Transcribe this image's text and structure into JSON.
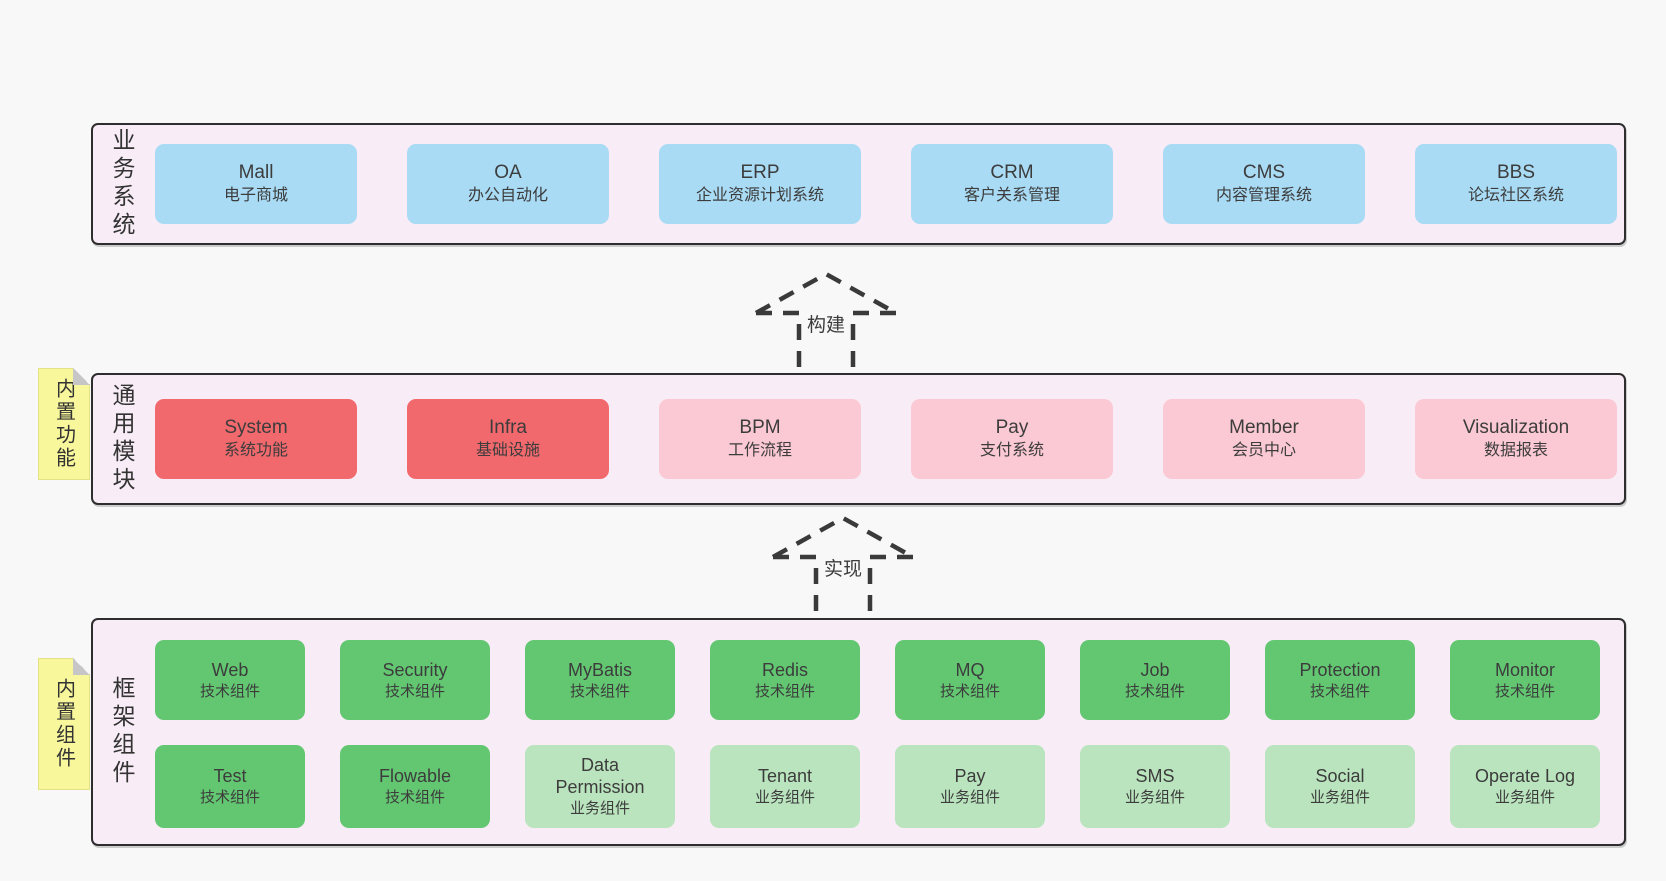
{
  "colors": {
    "page_background": "#f8f8f8",
    "band_fill": "#f8edf6",
    "band_border": "#2e2e2e",
    "sticky_fill": "#f8f79b",
    "sticky_fold": "#c6c6c6",
    "arrow_dash": "#3a3a3a",
    "text": "#3c3c3c",
    "variants": {
      "blue": "#a9dbf5",
      "red": "#f1696d",
      "pink": "#fbc9d3",
      "green-dark": "#63c772",
      "green-light": "#bae4be"
    }
  },
  "arrows": [
    {
      "label": "构建"
    },
    {
      "label": "实现"
    }
  ],
  "bands": [
    {
      "label": "业务系统",
      "boxes": [
        {
          "name": "Mall",
          "desc": "电子商城"
        },
        {
          "name": "OA",
          "desc": "办公自动化"
        },
        {
          "name": "ERP",
          "desc": "企业资源计划系统"
        },
        {
          "name": "CRM",
          "desc": "客户关系管理"
        },
        {
          "name": "CMS",
          "desc": "内容管理系统"
        },
        {
          "name": "BBS",
          "desc": "论坛社区系统"
        }
      ]
    },
    {
      "label": "通用模块",
      "sticky": "内置功能",
      "boxes": [
        {
          "name": "System",
          "desc": "系统功能"
        },
        {
          "name": "Infra",
          "desc": "基础设施"
        },
        {
          "name": "BPM",
          "desc": "工作流程"
        },
        {
          "name": "Pay",
          "desc": "支付系统"
        },
        {
          "name": "Member",
          "desc": "会员中心"
        },
        {
          "name": "Visualization",
          "desc": "数据报表"
        }
      ]
    },
    {
      "label": "框架组件",
      "sticky": "内置组件",
      "rows": [
        {
          "boxes": [
            {
              "name": "Web",
              "desc": "技术组件"
            },
            {
              "name": "Security",
              "desc": "技术组件"
            },
            {
              "name": "MyBatis",
              "desc": "技术组件"
            },
            {
              "name": "Redis",
              "desc": "技术组件"
            },
            {
              "name": "MQ",
              "desc": "技术组件"
            },
            {
              "name": "Job",
              "desc": "技术组件"
            },
            {
              "name": "Protection",
              "desc": "技术组件"
            },
            {
              "name": "Monitor",
              "desc": "技术组件"
            }
          ]
        },
        {
          "boxes": [
            {
              "name": "Test",
              "desc": "技术组件"
            },
            {
              "name": "Flowable",
              "desc": "技术组件"
            },
            {
              "name": "Data Permission",
              "desc": "业务组件"
            },
            {
              "name": "Tenant",
              "desc": "业务组件"
            },
            {
              "name": "Pay",
              "desc": "业务组件"
            },
            {
              "name": "SMS",
              "desc": "业务组件"
            },
            {
              "name": "Social",
              "desc": "业务组件"
            },
            {
              "name": "Operate Log",
              "desc": "业务组件"
            }
          ]
        }
      ]
    }
  ]
}
